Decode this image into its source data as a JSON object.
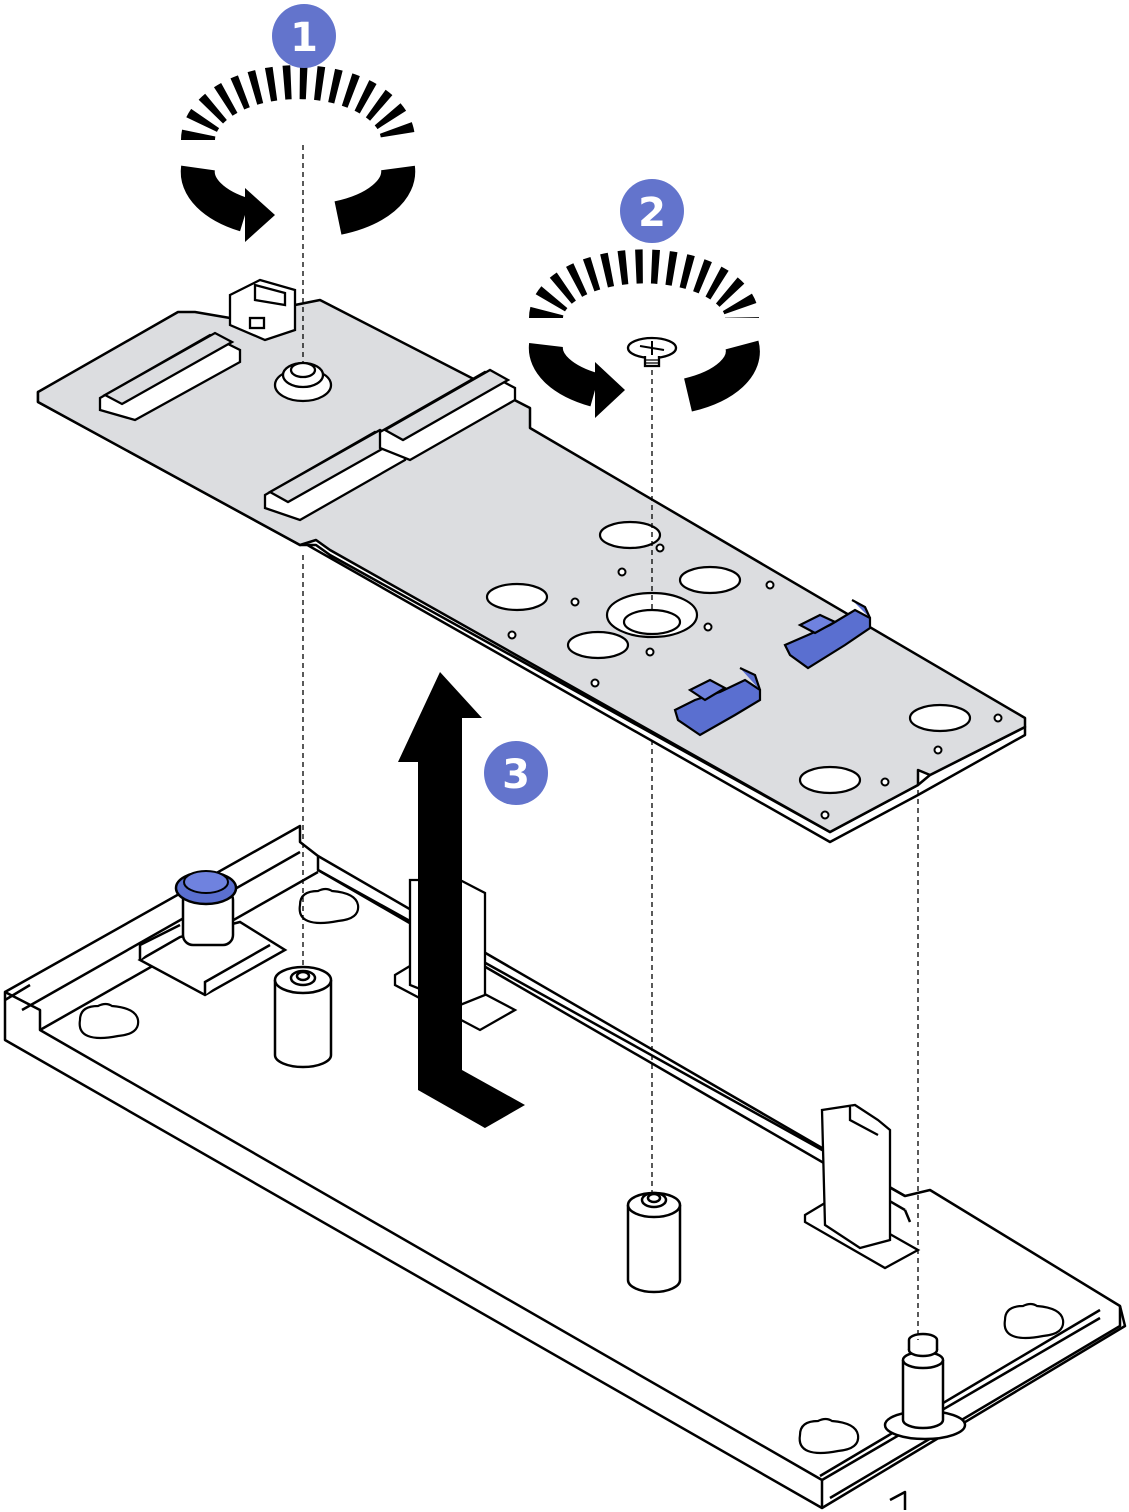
{
  "steps": [
    {
      "label": "1",
      "action": "loosen-screw"
    },
    {
      "label": "2",
      "action": "remove-screw"
    },
    {
      "label": "3",
      "action": "lift-board"
    }
  ],
  "colors": {
    "badge": "#6374cc",
    "latch": "#5a6fd0",
    "board": "#dcdde0",
    "line": "#000000",
    "background": "#ffffff"
  },
  "icons": [
    "rotation-arrow-icon",
    "rotation-arrow-icon",
    "lift-arrow-icon",
    "screw-icon"
  ]
}
